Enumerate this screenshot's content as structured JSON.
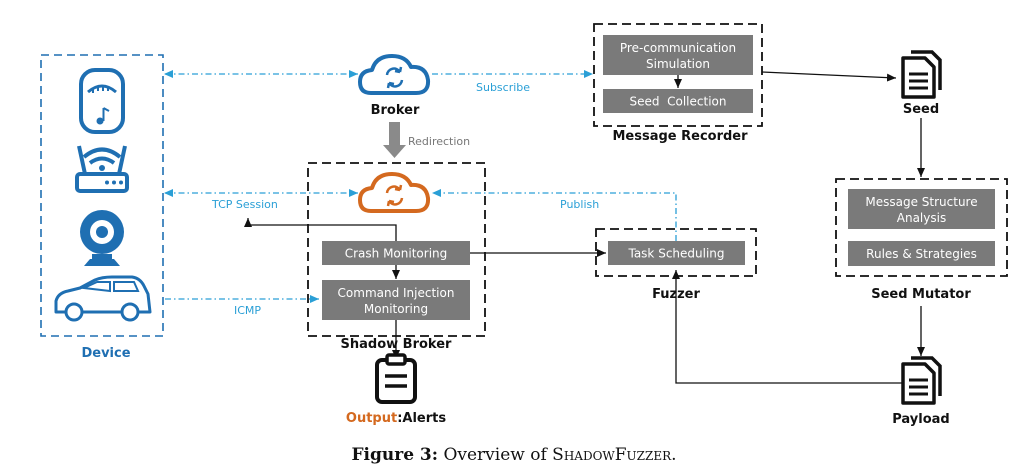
{
  "nodes": {
    "device_label": "Device",
    "broker_label": "Broker",
    "shadow_broker_label": "Shadow Broker",
    "message_recorder_label": "Message Recorder",
    "seed_label": "Seed",
    "seed_mutator_label": "Seed Mutator",
    "fuzzer_label": "Fuzzer",
    "payload_label": "Payload",
    "output_prefix": "Output",
    "output_suffix": ":Alerts"
  },
  "boxes": {
    "pre_comm_line1": "Pre-communication",
    "pre_comm_line2": "Simulation",
    "seed_collection": "Seed  Collection",
    "crash_monitoring": "Crash Monitoring",
    "cmd_inj_line1": "Command Injection",
    "cmd_inj_line2": "Monitoring",
    "task_scheduling": "Task Scheduling",
    "msg_struct_line1": "Message Structure",
    "msg_struct_line2": "Analysis",
    "rules_strategies": "Rules & Strategies"
  },
  "edges": {
    "subscribe": "Subscribe",
    "redirection": "Redirection",
    "tcp_session": "TCP Session",
    "publish": "Publish",
    "icmp": "ICMP"
  },
  "caption": {
    "prefix": "Figure 3:",
    "text": " Overview of ",
    "name": "ShadowFuzzer",
    "suffix": "."
  },
  "colors": {
    "device_blue": "#1f6fb2",
    "link_blue": "#2a9fd6",
    "cloud_blue": "#1f6fb2",
    "cloud_orange": "#d4691f",
    "box_gray": "#7a7a7a",
    "output_orange": "#d4691f"
  }
}
